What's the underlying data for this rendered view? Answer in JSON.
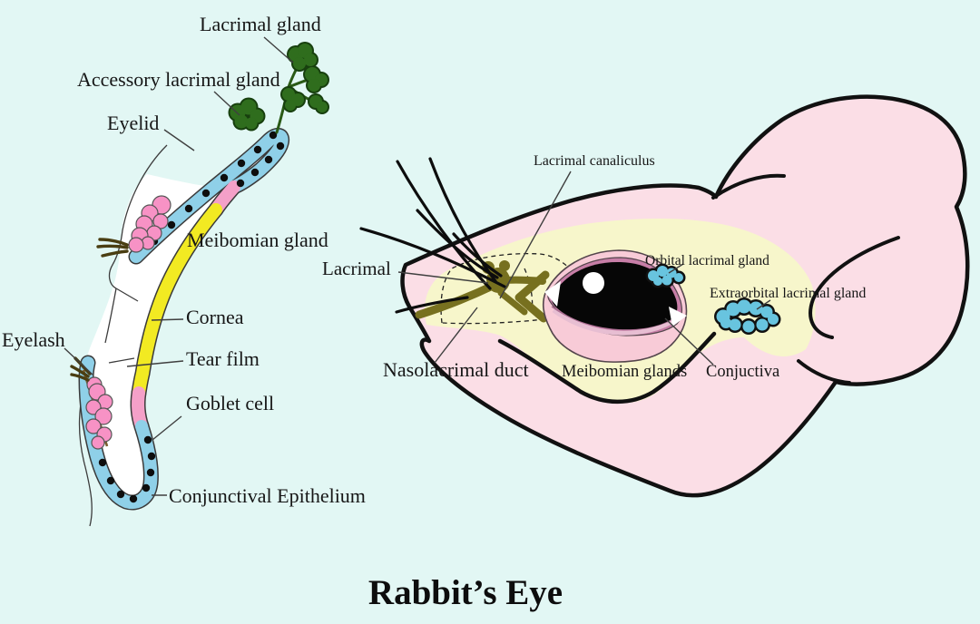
{
  "title": "Rabbit’s Eye",
  "colors": {
    "background": "#e2f7f4",
    "epithelium_blue": "#8fd0e8",
    "gland_green": "#2f6d1d",
    "meibomian_pink": "#f792c5",
    "cornea_yellow": "#f2ea22",
    "transition_pink": "#f4a0c8",
    "face_pink": "#fbdee6",
    "eye_patch_yellow": "#f7f6cb",
    "duct_olive": "#77701f",
    "eye_outer_pink": "#f8cbd7",
    "eyelid_mauve": "#c77ea7",
    "lacrimal_gland_blue": "#68c4df",
    "outline_black": "#111111",
    "text": "#161616"
  },
  "left_diagram": {
    "name": "Eyelid and cornea cross-section",
    "labels": {
      "lacrimal_gland": "Lacrimal gland",
      "accessory_lacrimal_gland": "Accessory lacrimal gland",
      "eyelid": "Eyelid",
      "meibomian_gland": "Meibomian gland",
      "cornea": "Cornea",
      "tear_film": "Tear film",
      "eyelash": "Eyelash",
      "goblet_cell": "Goblet cell",
      "conjunctival_epithelium": "Conjunctival Epithelium"
    }
  },
  "right_diagram": {
    "name": "Rabbit head with lacrimal system",
    "labels": {
      "lacrimal_canaliculus": "Lacrimal canaliculus",
      "lacrimal": "Lacrimal",
      "orbital_lacrimal_gland": "Orbital lacrimal gland",
      "extraorbital_lacrimal_gland": "Extraorbital lacrimal gland",
      "nasolacrimal_duct": "Nasolacrimal duct",
      "meibomian_glands": "Meibomian glands",
      "conjuctiva": "Conjuctiva"
    }
  }
}
